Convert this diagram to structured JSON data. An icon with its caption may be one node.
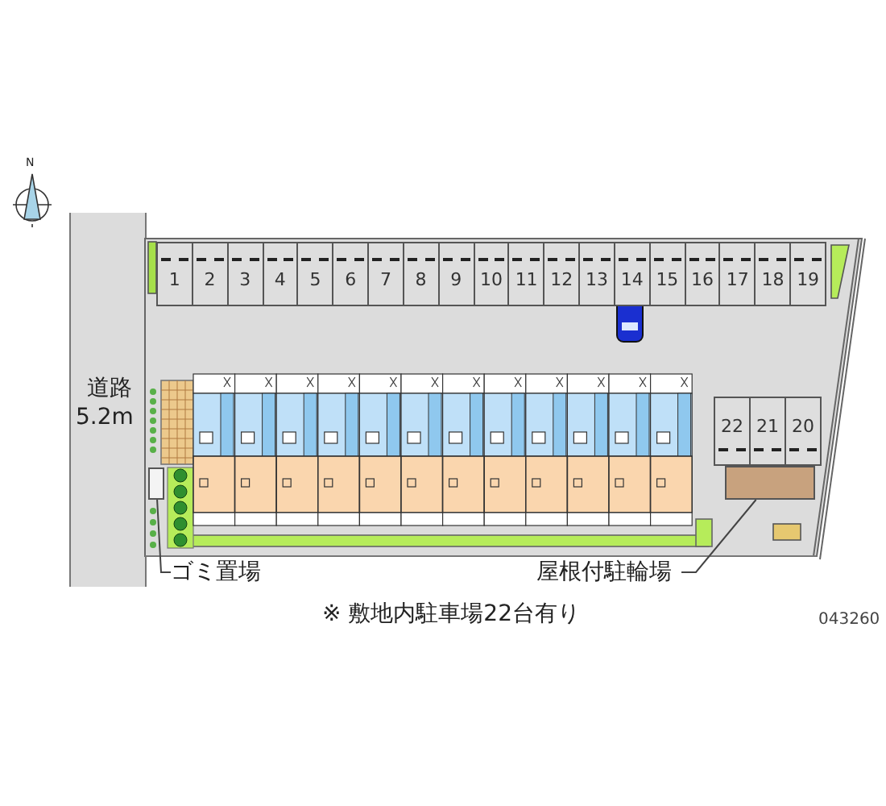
{
  "diagram": {
    "caption": "※ 敷地内駐車場22台有り",
    "nodes": [
      {
        "text": [
          "ゴミ置場"
        ]
      },
      {
        "text": [],
        "shape": "box"
      },
      {
        "text": [
          "屋根付駐輪場"
        ]
      },
      {
        "text": [],
        "shape": "box"
      }
    ],
    "edges": [
      {
        "from": 0,
        "to": 1,
        "arrow": "none"
      },
      {
        "from": 2,
        "to": 3,
        "arrow": "none"
      }
    ],
    "labels": [
      "N",
      "道路",
      "5.2m",
      "1",
      "2",
      "3",
      "4",
      "5",
      "6",
      "7",
      "8",
      "9",
      "10",
      "11",
      "12",
      "13",
      "14",
      "15",
      "16",
      "17",
      "18",
      "19",
      "22",
      "21",
      "20",
      "043260"
    ]
  }
}
